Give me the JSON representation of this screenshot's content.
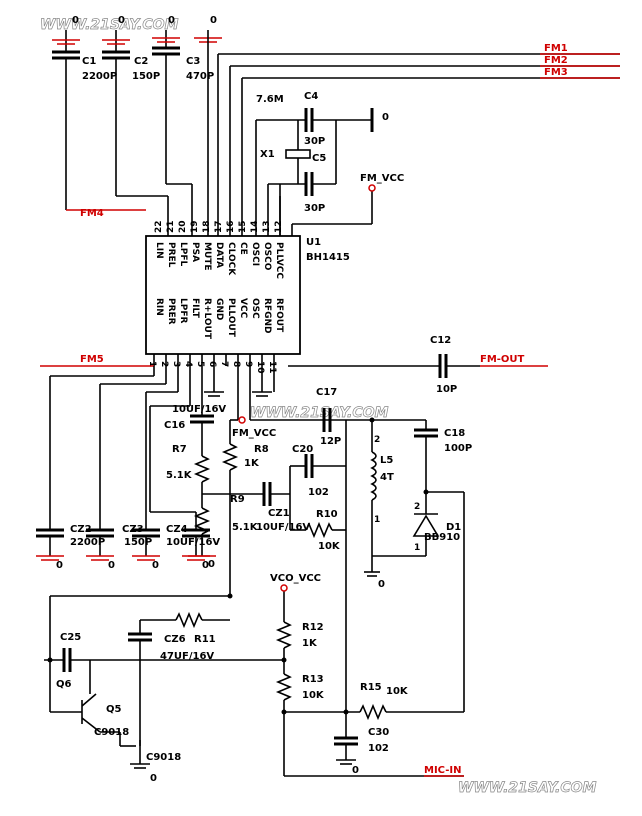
{
  "watermarks": [
    "WWW.21SAY.COM",
    "WWW.21SAY.COM",
    "WWW.21SAY.COM"
  ],
  "ic": {
    "ref": "U1",
    "part": "BH1415",
    "top_pins": [
      {
        "num": "22",
        "name": "LIN"
      },
      {
        "num": "21",
        "name": "PREL"
      },
      {
        "num": "20",
        "name": "LPFL"
      },
      {
        "num": "19",
        "name": "PSA"
      },
      {
        "num": "18",
        "name": "MUTE"
      },
      {
        "num": "17",
        "name": "DATA"
      },
      {
        "num": "16",
        "name": "CLOCK"
      },
      {
        "num": "15",
        "name": "CE"
      },
      {
        "num": "14",
        "name": "OSCI"
      },
      {
        "num": "13",
        "name": "OSCO"
      },
      {
        "num": "12",
        "name": "PLLVCC"
      }
    ],
    "bottom_pins": [
      {
        "num": "1",
        "name": "RIN"
      },
      {
        "num": "2",
        "name": "PRER"
      },
      {
        "num": "3",
        "name": "LPFR"
      },
      {
        "num": "4",
        "name": "FILT"
      },
      {
        "num": "5",
        "name": "R+LOUT"
      },
      {
        "num": "6",
        "name": "GND"
      },
      {
        "num": "7",
        "name": "PLLOUT"
      },
      {
        "num": "8",
        "name": "VCC"
      },
      {
        "num": "9",
        "name": "OSC"
      },
      {
        "num": "10",
        "name": "RFGND"
      },
      {
        "num": "11",
        "name": "RFOUT"
      }
    ]
  },
  "nets": {
    "fm1": "FM1",
    "fm2": "FM2",
    "fm3": "FM3",
    "fm4": "FM4",
    "fm5": "FM5",
    "fm_out": "FM-OUT",
    "fm_vcc1": "FM_VCC",
    "fm_vcc2": "FM_VCC",
    "vco_vcc": "VCO_VCC",
    "mic_in": "MIC-IN"
  },
  "parts": {
    "c1": {
      "ref": "C1",
      "val": "2200P"
    },
    "c2": {
      "ref": "C2",
      "val": "150P"
    },
    "c3": {
      "ref": "C3",
      "val": "470P"
    },
    "c4": {
      "ref": "C4",
      "val": "30P"
    },
    "c5": {
      "ref": "C5",
      "val": "30P"
    },
    "x1": {
      "ref": "X1",
      "val": "7.6M"
    },
    "c12": {
      "ref": "C12",
      "val": "10P"
    },
    "c16": {
      "ref": "C16",
      "val": "10UF/16V"
    },
    "c17": {
      "ref": "C17",
      "val": "12P"
    },
    "c18": {
      "ref": "C18",
      "val": "100P"
    },
    "c20": {
      "ref": "C20",
      "val": "102"
    },
    "c21": {
      "ref": "CZ1",
      "val": "10UF/16V"
    },
    "cz2": {
      "ref": "CZ2",
      "val": "2200P"
    },
    "cz3": {
      "ref": "CZ3",
      "val": "150P"
    },
    "cz4": {
      "ref": "CZ4",
      "val": "10UF/16V"
    },
    "r7": {
      "ref": "R7",
      "val": "5.1K"
    },
    "r8": {
      "ref": "R8",
      "val": "1K"
    },
    "r9": {
      "ref": "R9",
      "val": "5.1K"
    },
    "r10": {
      "ref": "R10",
      "val": "10K"
    },
    "l5": {
      "ref": "L5",
      "val": "4T"
    },
    "d1": {
      "ref": "D1",
      "val": "BB910"
    },
    "r11": {
      "ref": "R11"
    },
    "cz6": {
      "ref": "CZ6",
      "val": "47UF/16V"
    },
    "c25": {
      "ref": "C25"
    },
    "r12": {
      "ref": "R12",
      "val": "1K"
    },
    "r13": {
      "ref": "R13",
      "val": "10K"
    },
    "r15": {
      "ref": "R15",
      "val": "10K"
    },
    "c30": {
      "ref": "C30",
      "val": "102"
    },
    "q5": {
      "ref": "Q5",
      "val": "C9018"
    },
    "q6": {
      "ref": "Q6"
    },
    "q6_part": "C9018",
    "q5_part": "C9018"
  },
  "misc": {
    "pin_2a": "2",
    "pin_1a": "1",
    "pin_1b": "1",
    "pin_2b": "2",
    "pin_1c": "1"
  },
  "ground_labels": [
    "0",
    "0",
    "0",
    "0",
    "0",
    "0",
    "0",
    "0",
    "0",
    "0",
    "0",
    "0",
    "0"
  ]
}
